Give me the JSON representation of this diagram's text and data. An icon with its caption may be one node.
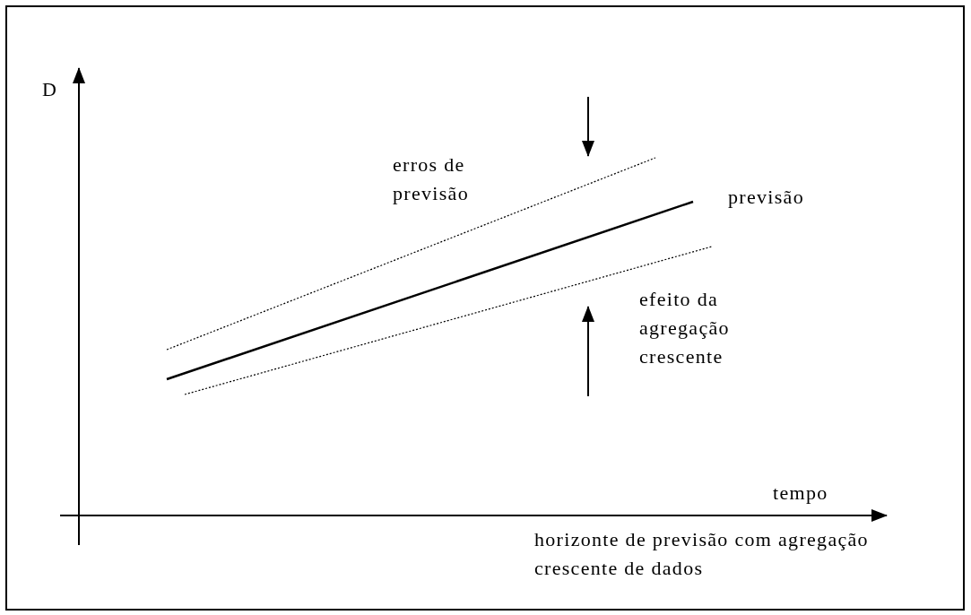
{
  "diagram": {
    "labels": [
      "D",
      "erros de previsão",
      "previsão",
      "efeito da agregação crescente",
      "tempo",
      "horizonte de previsão com agregação crescente de dados"
    ]
  }
}
